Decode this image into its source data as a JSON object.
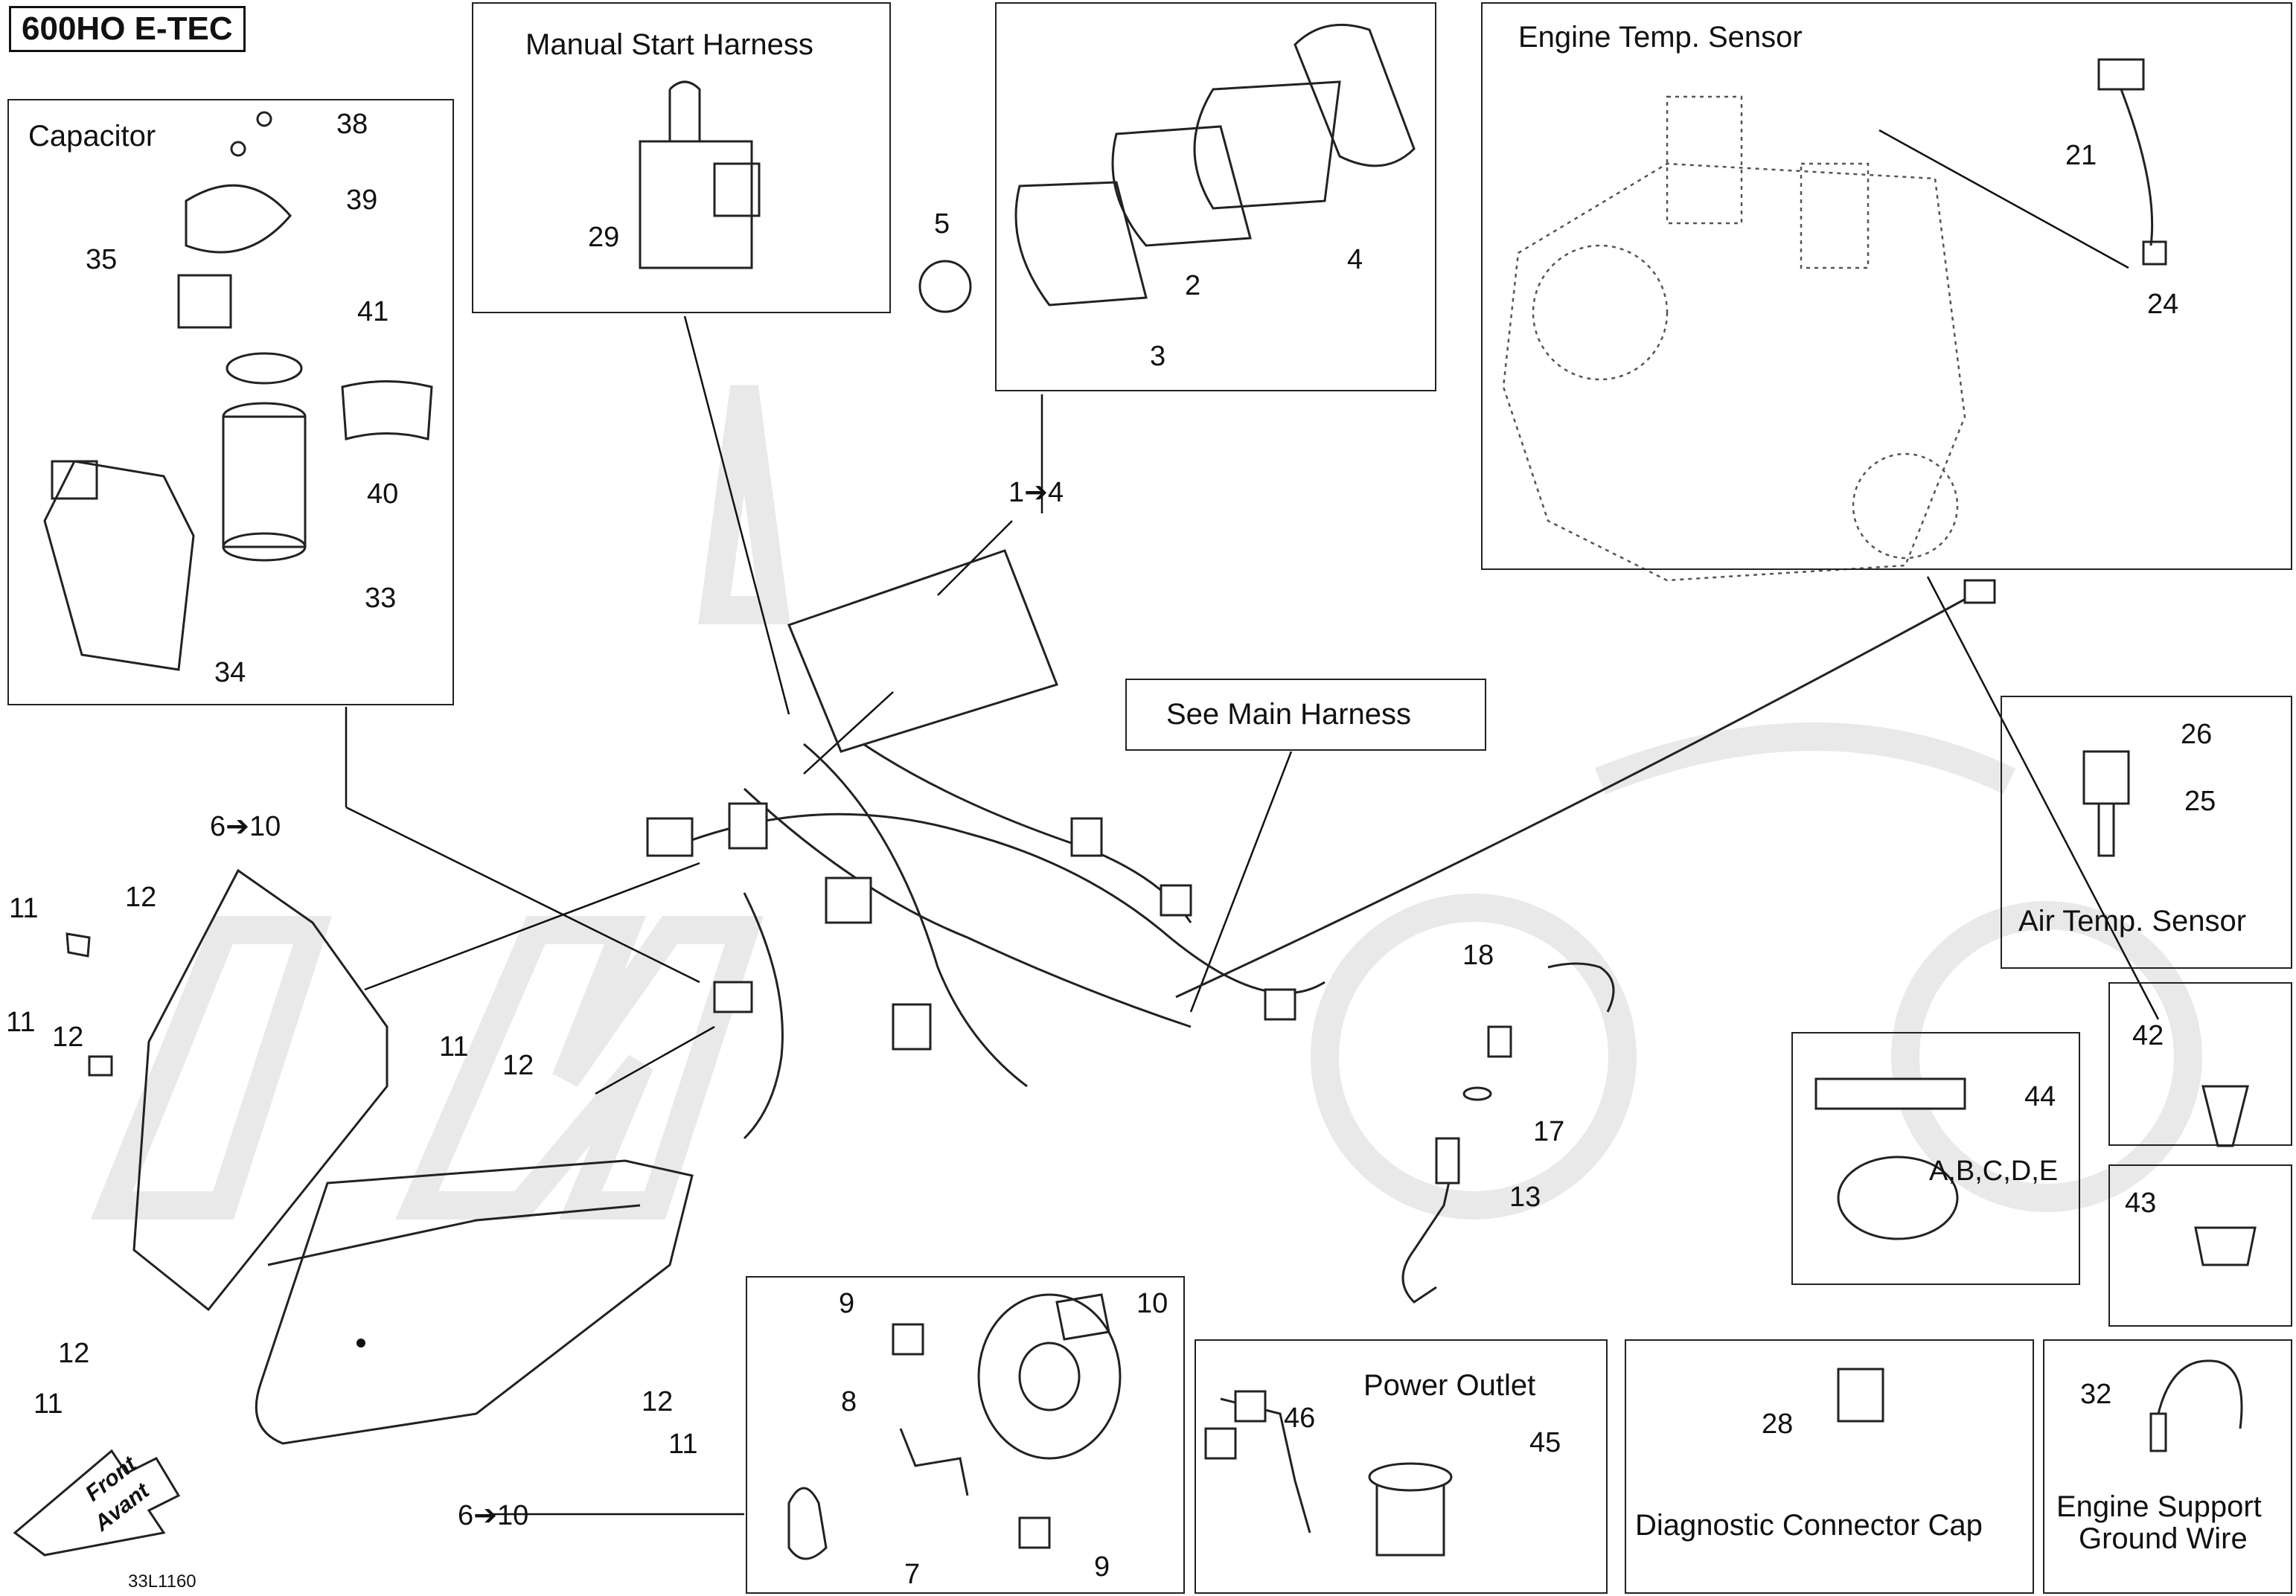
{
  "model": "600HO E-TEC",
  "drawing_code": "33L1160",
  "front_arrow": {
    "line1": "Front",
    "line2": "Avant"
  },
  "panels": {
    "capacitor": "Capacitor",
    "manual_start": "Manual Start Harness",
    "engine_temp": "Engine Temp. Sensor",
    "main_harness": "See Main Harness",
    "air_temp": "Air Temp. Sensor",
    "power_outlet": "Power Outlet",
    "diag_cap": "Diagnostic Connector Cap",
    "ground_wire_line1": "Engine Support",
    "ground_wire_line2": "Ground Wire"
  },
  "callouts": {
    "c38": "38",
    "c39": "39",
    "c35": "35",
    "c41": "41",
    "c40": "40",
    "c33": "33",
    "c34": "34",
    "c29": "29",
    "c5": "5",
    "c2": "2",
    "c3": "3",
    "c4": "4",
    "c1to4": "1➔4",
    "c21": "21",
    "c24": "24",
    "c26": "26",
    "c25": "25",
    "c6to10_top": "6➔10",
    "c6to10_bottom": "6➔10",
    "c11a": "11",
    "c12a": "12",
    "c11b": "11",
    "c12b": "12",
    "c11c": "11",
    "c12c": "12",
    "c12d": "12",
    "c11d": "11",
    "c12e": "12",
    "c11e": "11",
    "c18": "18",
    "c17": "17",
    "c13": "13",
    "c42": "42",
    "c44": "44",
    "c abcde": "A,B,C,D,E",
    "c43": "43",
    "c9a": "9",
    "c10": "10",
    "c8": "8",
    "c7": "7",
    "c9b": "9",
    "c46": "46",
    "c45": "45",
    "c28": "28",
    "c32": "32"
  }
}
